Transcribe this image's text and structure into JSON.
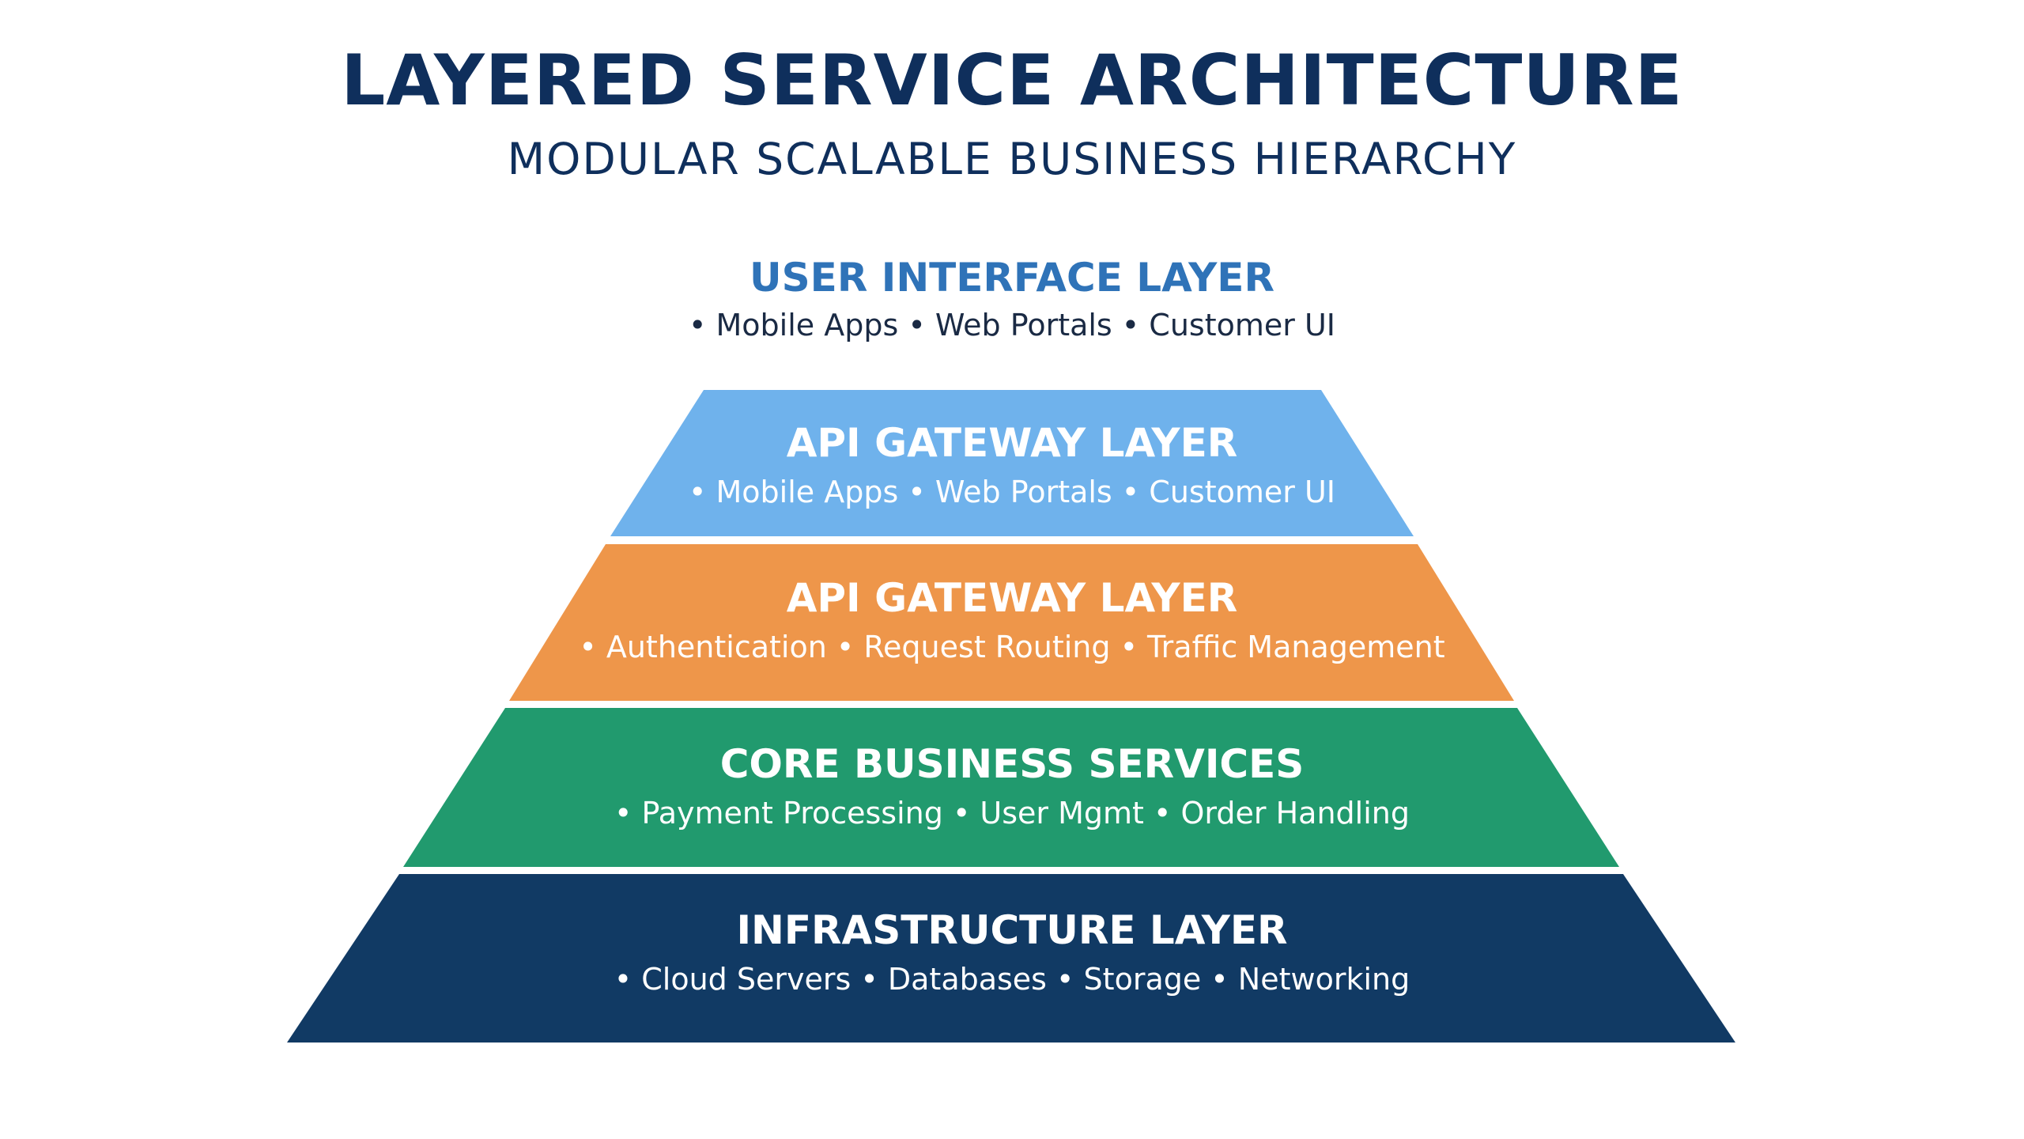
{
  "title": "LAYERED SERVICE ARCHITECTURE",
  "subtitle": "MODULAR SCALABLE BUSINESS HIERARCHY",
  "colors": {
    "title": "#0f2f5c",
    "top_layer_title": "#2f73b8",
    "top_layer_items": "#1a2a44",
    "layer_1_fill": "#6fb2ec",
    "layer_2_fill": "#ee964a",
    "layer_3_fill": "#219a6e",
    "layer_4_fill": "#113a64",
    "layer_text": "#ffffff"
  },
  "top_layer": {
    "title": "USER INTERFACE LAYER",
    "items": "• Mobile Apps • Web Portals • Customer UI"
  },
  "layers": [
    {
      "title": "API GATEWAY LAYER",
      "items": "• Mobile Apps • Web Portals • Customer UI"
    },
    {
      "title": "API GATEWAY LAYER",
      "items": "• Authentication • Request Routing • Traffic Management"
    },
    {
      "title": "CORE BUSINESS SERVICES",
      "items": "• Payment Processing • User Mgmt • Order Handling"
    },
    {
      "title": "INFRASTRUCTURE LAYER",
      "items": "• Cloud Servers • Databases • Storage • Networking"
    }
  ]
}
